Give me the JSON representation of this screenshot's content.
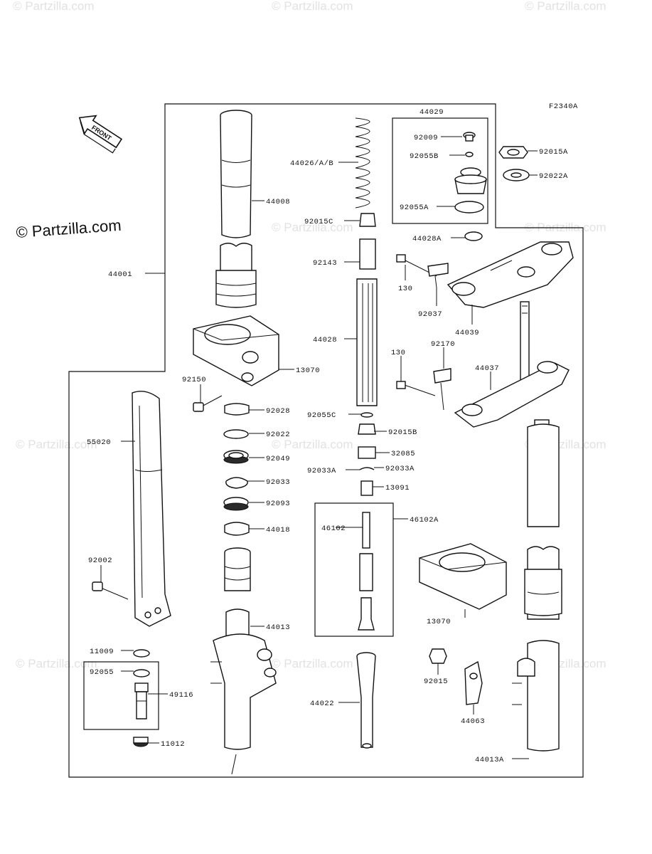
{
  "diagram": {
    "code": "F2340A",
    "front_label": "FRONT",
    "watermark_main": "© Partzilla.com",
    "watermark": "© Partzilla.com",
    "labels": {
      "p44001": "44001",
      "p44008": "44008",
      "p44026": "44026/A/B",
      "p44029": "44029",
      "p92009": "92009",
      "p92055B": "92055B",
      "p92055A": "92055A",
      "p92015A": "92015A",
      "p92022A": "92022A",
      "p92015C": "92015C",
      "p44028A": "44028A",
      "p92143": "92143",
      "p130a": "130",
      "p92037": "92037",
      "p44039": "44039",
      "p44028": "44028",
      "p130b": "130",
      "p92170": "92170",
      "p44037": "44037",
      "p13070a": "13070",
      "p92150": "92150",
      "p92028": "92028",
      "p92055C": "92055C",
      "p92015B": "92015B",
      "p55020": "55020",
      "p92022": "92022",
      "p32085": "32085",
      "p92049": "92049",
      "p92033A_l": "92033A",
      "p92033A_r": "92033A",
      "p92033": "92033",
      "p13091": "13091",
      "p92093": "92093",
      "p46102A": "46102A",
      "p46102": "46102",
      "p44018": "44018",
      "p92002": "92002",
      "p13070b": "13070",
      "p44013": "44013",
      "p11009": "11009",
      "p92055": "92055",
      "p92015": "92015",
      "p49116": "49116",
      "p44022": "44022",
      "p44063": "44063",
      "p11012": "11012",
      "p44013A": "44013A"
    }
  }
}
